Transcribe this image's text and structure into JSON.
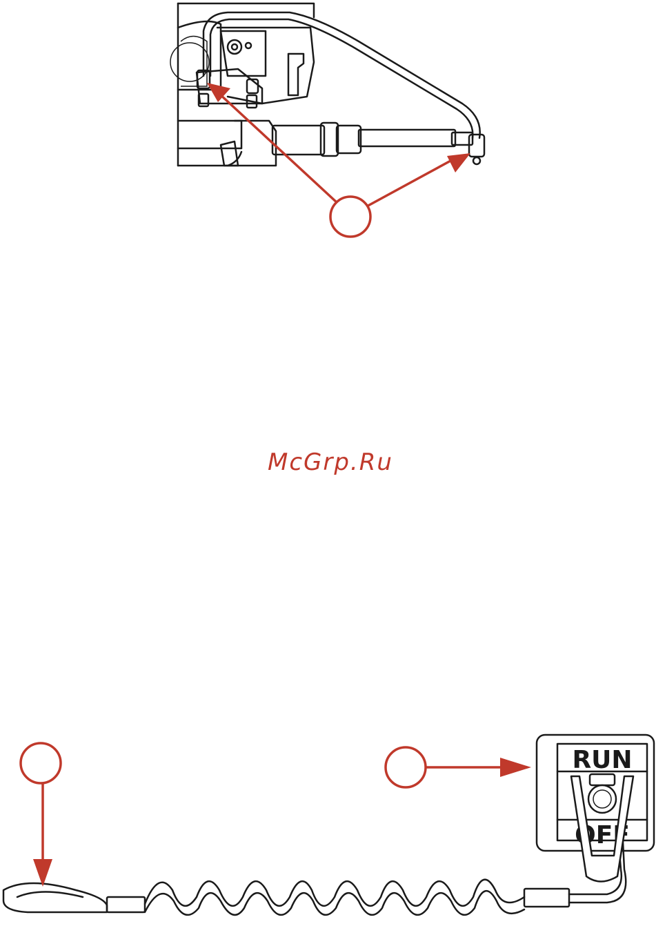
{
  "watermark": "McGrp.Ru",
  "switch_labels": {
    "run": "RUN",
    "off": "OFF"
  },
  "colors": {
    "accent": "#c0392b",
    "line": "#1a1a1a"
  }
}
